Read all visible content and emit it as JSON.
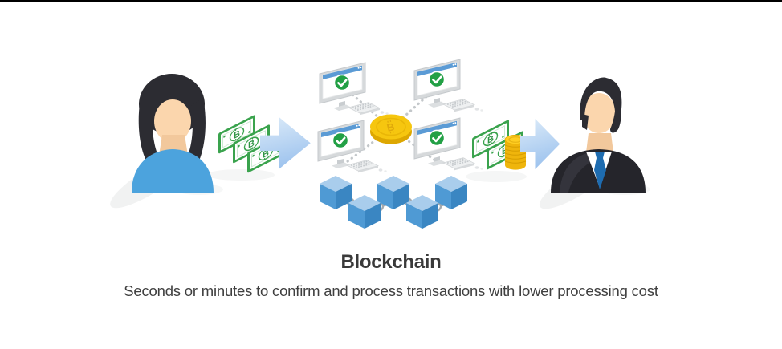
{
  "canvas": {
    "background": "#ffffff",
    "top_border_color": "#000000"
  },
  "caption": {
    "title": "Blockchain",
    "subtitle": "Seconds or minutes to confirm and process transactions with lower processing cost"
  },
  "symbols": {
    "bitcoin_letter": "B"
  },
  "colors": {
    "person_shirt_blue": "#4ca3dd",
    "suit_black": "#25252b",
    "tie_blue": "#1e6cb0",
    "skin": "#fbd6ad",
    "hair_dark": "#2c2c32",
    "money_green": "#3aa34d",
    "coin_gold": "#f6c60f",
    "cube_blue_top": "#a9cdec",
    "cube_blue_left": "#4f9ad4",
    "cube_blue_right": "#3a86c2",
    "check_green": "#22a045",
    "titlebar_blue": "#5b9bd5",
    "monitor_gray": "#d6d9db",
    "chain_gray": "#a4a9ad",
    "text_dark": "#3a3a3a"
  }
}
